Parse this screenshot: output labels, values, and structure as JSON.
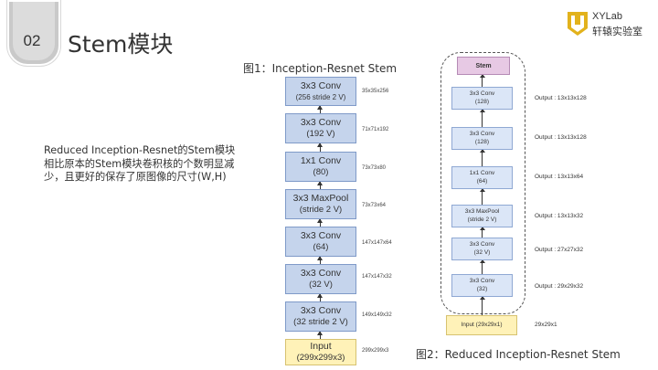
{
  "header": {
    "section_number": "02",
    "title": "Stem模块",
    "logo_text_en": "XYLab",
    "logo_text_cn": "轩辕实验室",
    "logo_color": "#e2b21c"
  },
  "description": "Reduced Inception-Resnet的Stem模块相比原本的Stem模块卷积核的个数明显减少，且更好的保存了原图像的尺寸(W,H)",
  "figure1": {
    "caption": "图1：Inception-Resnet Stem",
    "blocks": [
      {
        "line1": "3x3 Conv",
        "line2": "(256 stride 2 V)",
        "dim": "35x35x256"
      },
      {
        "line1": "3x3 Conv",
        "line2": "(192 V)",
        "dim": "71x71x192"
      },
      {
        "line1": "1x1 Conv",
        "line2": "(80)",
        "dim": "73x73x80"
      },
      {
        "line1": "3x3 MaxPool",
        "line2": "(stride 2 V)",
        "dim": "73x73x64"
      },
      {
        "line1": "3x3 Conv",
        "line2": "(64)",
        "dim": "147x147x64"
      },
      {
        "line1": "3x3 Conv",
        "line2": "(32 V)",
        "dim": "147x147x32"
      },
      {
        "line1": "3x3 Conv",
        "line2": "(32 stride 2 V)",
        "dim": "149x149x32"
      },
      {
        "line1": "Input",
        "line2": "(299x299x3)",
        "dim": "299x299x3"
      }
    ]
  },
  "figure2": {
    "caption": "图2：Reduced Inception-Resnet Stem",
    "stem_label": "Stem",
    "blocks": [
      {
        "line1": "3x3 Conv",
        "line2": "(128)",
        "output": "Output : 13x13x128"
      },
      {
        "line1": "3x3 Conv",
        "line2": "(128)",
        "output": "Output : 13x13x128"
      },
      {
        "line1": "1x1 Conv",
        "line2": "(64)",
        "output": "Output : 13x13x64"
      },
      {
        "line1": "3x3 MaxPool",
        "line2": "(stride 2 V)",
        "output": "Output : 13x13x32"
      },
      {
        "line1": "3x3 Conv",
        "line2": "(32 V)",
        "output": "Output : 27x27x32"
      },
      {
        "line1": "3x3 Conv",
        "line2": "(32)",
        "output": "Output : 29x29x32"
      }
    ],
    "input": {
      "label": "Input (29x29x1)",
      "output": "29x29x1"
    }
  }
}
